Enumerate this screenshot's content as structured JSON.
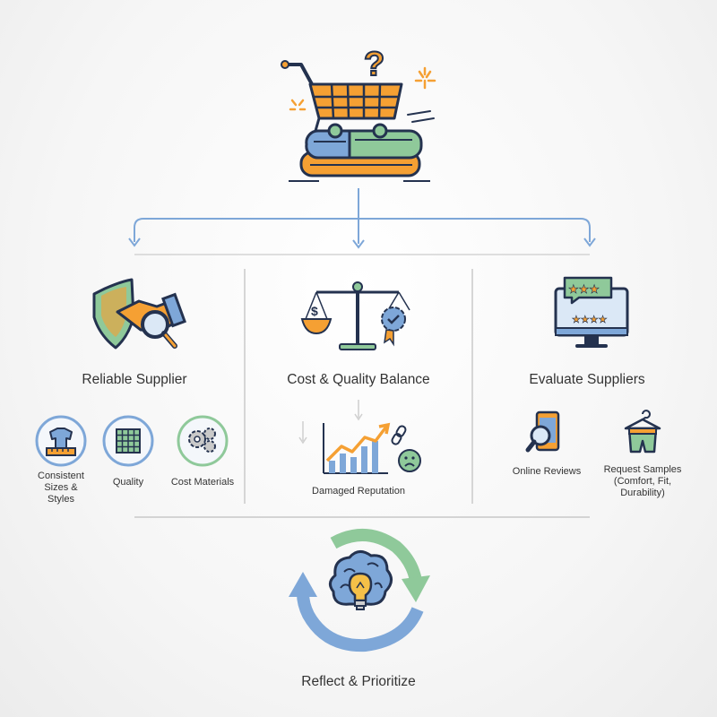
{
  "top": {
    "icon": "shopping-cart-with-folded-clothes-icon"
  },
  "columns": [
    {
      "heading": "Reliable Supplier",
      "icon": "shield-handshake-magnifier-icon",
      "items": [
        {
          "label": "Consistent Sizes & Styles",
          "icon": "tshirt-ruler-icon"
        },
        {
          "label": "Quality",
          "icon": "fabric-grid-icon"
        },
        {
          "label": "Cost Materials",
          "icon": "gears-icon"
        }
      ]
    },
    {
      "heading": "Cost & Quality Balance",
      "icon": "balance-scale-badge-icon",
      "items": [
        {
          "label": "Damaged Reputation",
          "icon": "bar-chart-trend-sad-face-icon"
        }
      ]
    },
    {
      "heading": "Evaluate Suppliers",
      "icon": "monitor-star-ratings-icon",
      "items": [
        {
          "label": "Online Reviews",
          "icon": "phone-magnifier-icon"
        },
        {
          "label": "Request Samples (Comfort, Fit, Durability)",
          "icon": "hanger-shorts-icon"
        }
      ]
    }
  ],
  "bottom": {
    "label": "Reflect & Prioritize",
    "icon": "brain-lightbulb-cycle-icon"
  },
  "colors": {
    "orange": "#f5a033",
    "blue": "#7ea7d8",
    "green": "#8fc99a",
    "navy": "#24324f",
    "line": "#cfcfcf"
  }
}
